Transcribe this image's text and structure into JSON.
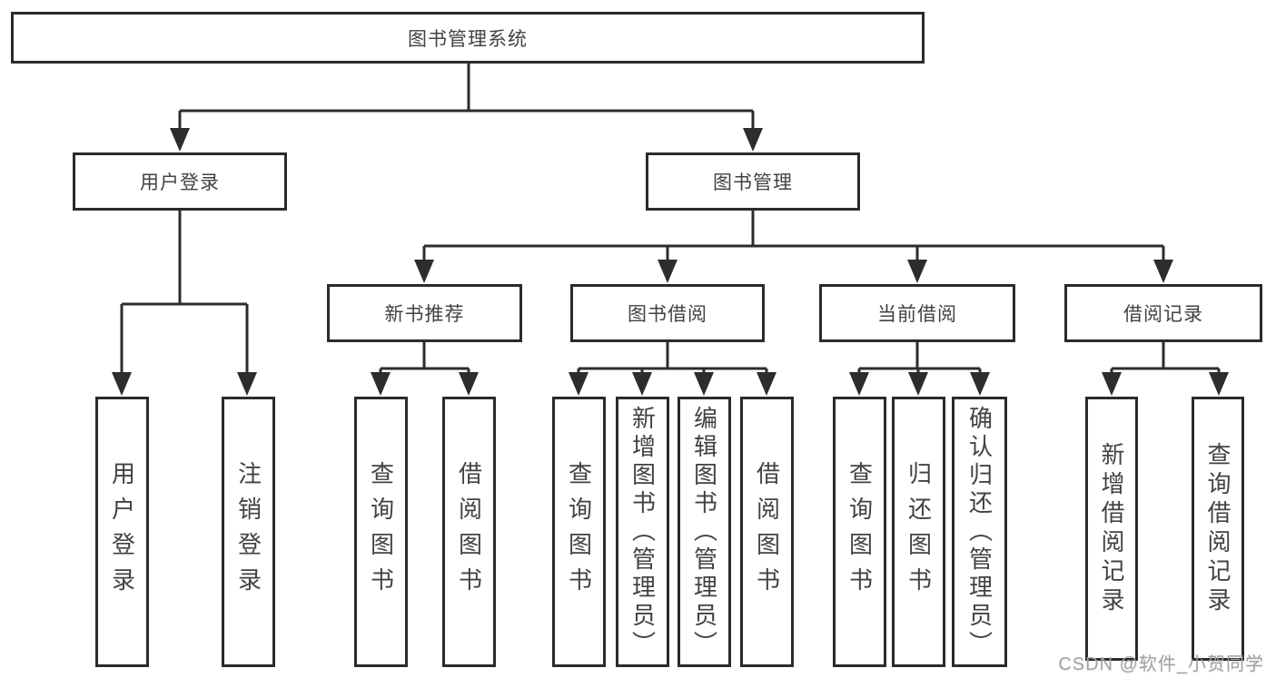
{
  "diagram_title": "图书管理系统",
  "root": {
    "label": "图书管理系统"
  },
  "branches": [
    {
      "label": "用户登录",
      "children": [
        {
          "label": "用户登录"
        },
        {
          "label": "注销登录"
        }
      ]
    },
    {
      "label": "图书管理",
      "children": [
        {
          "label": "新书推荐",
          "children": [
            {
              "label": "查询图书"
            },
            {
              "label": "借阅图书"
            }
          ]
        },
        {
          "label": "图书借阅",
          "children": [
            {
              "label": "查询图书"
            },
            {
              "label": "新增图书（管理员）"
            },
            {
              "label": "编辑图书（管理员）"
            },
            {
              "label": "借阅图书"
            }
          ]
        },
        {
          "label": "当前借阅",
          "children": [
            {
              "label": "查询图书"
            },
            {
              "label": "归还图书"
            },
            {
              "label": "确认归还（管理员）"
            }
          ]
        },
        {
          "label": "借阅记录",
          "children": [
            {
              "label": "新增借阅记录"
            },
            {
              "label": "查询借阅记录"
            }
          ]
        }
      ]
    }
  ],
  "watermark": "CSDN @软件_小贺同学",
  "colors": {
    "line": "#2d2d2d",
    "border": "#2b2b2b",
    "text": "#424242",
    "watermark": "#a3a3a3",
    "background": "#ffffff"
  }
}
